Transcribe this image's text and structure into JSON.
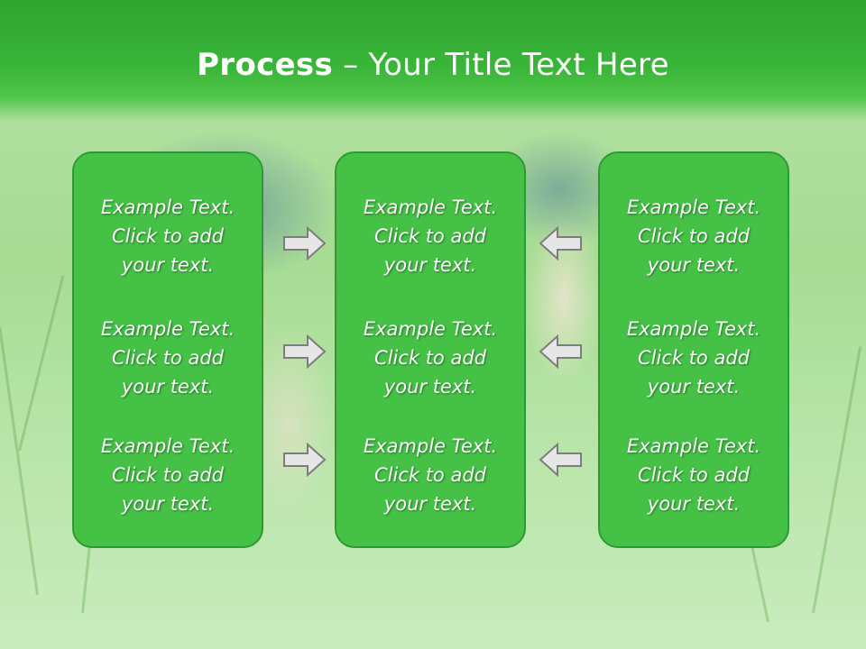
{
  "title": {
    "bold": "Process",
    "rest": " – Your Title Text Here"
  },
  "columns": [
    {
      "items": [
        {
          "l1": "Example Text.",
          "l2": "Click  to add",
          "l3": "your text."
        },
        {
          "l1": "Example Text.",
          "l2": "Click  to add",
          "l3": "your text."
        },
        {
          "l1": "Example Text.",
          "l2": "Click  to add",
          "l3": "your text."
        }
      ]
    },
    {
      "items": [
        {
          "l1": "Example Text.",
          "l2": "Click  to add",
          "l3": "your text."
        },
        {
          "l1": "Example Text.",
          "l2": "Click  to add",
          "l3": "your text."
        },
        {
          "l1": "Example Text.",
          "l2": "Click  to add",
          "l3": "your text."
        }
      ]
    },
    {
      "items": [
        {
          "l1": "Example Text.",
          "l2": "Click  to add",
          "l3": "your text."
        },
        {
          "l1": "Example Text.",
          "l2": "Click  to add",
          "l3": "your text."
        },
        {
          "l1": "Example Text.",
          "l2": "Click  to add",
          "l3": "your text."
        }
      ]
    }
  ],
  "icons": {
    "right": "arrow-right-icon",
    "left": "arrow-left-icon"
  },
  "colors": {
    "header": "#39b539",
    "box": "#45c246",
    "box_border": "#2f9a33",
    "arrow": "#e6e6e6"
  }
}
